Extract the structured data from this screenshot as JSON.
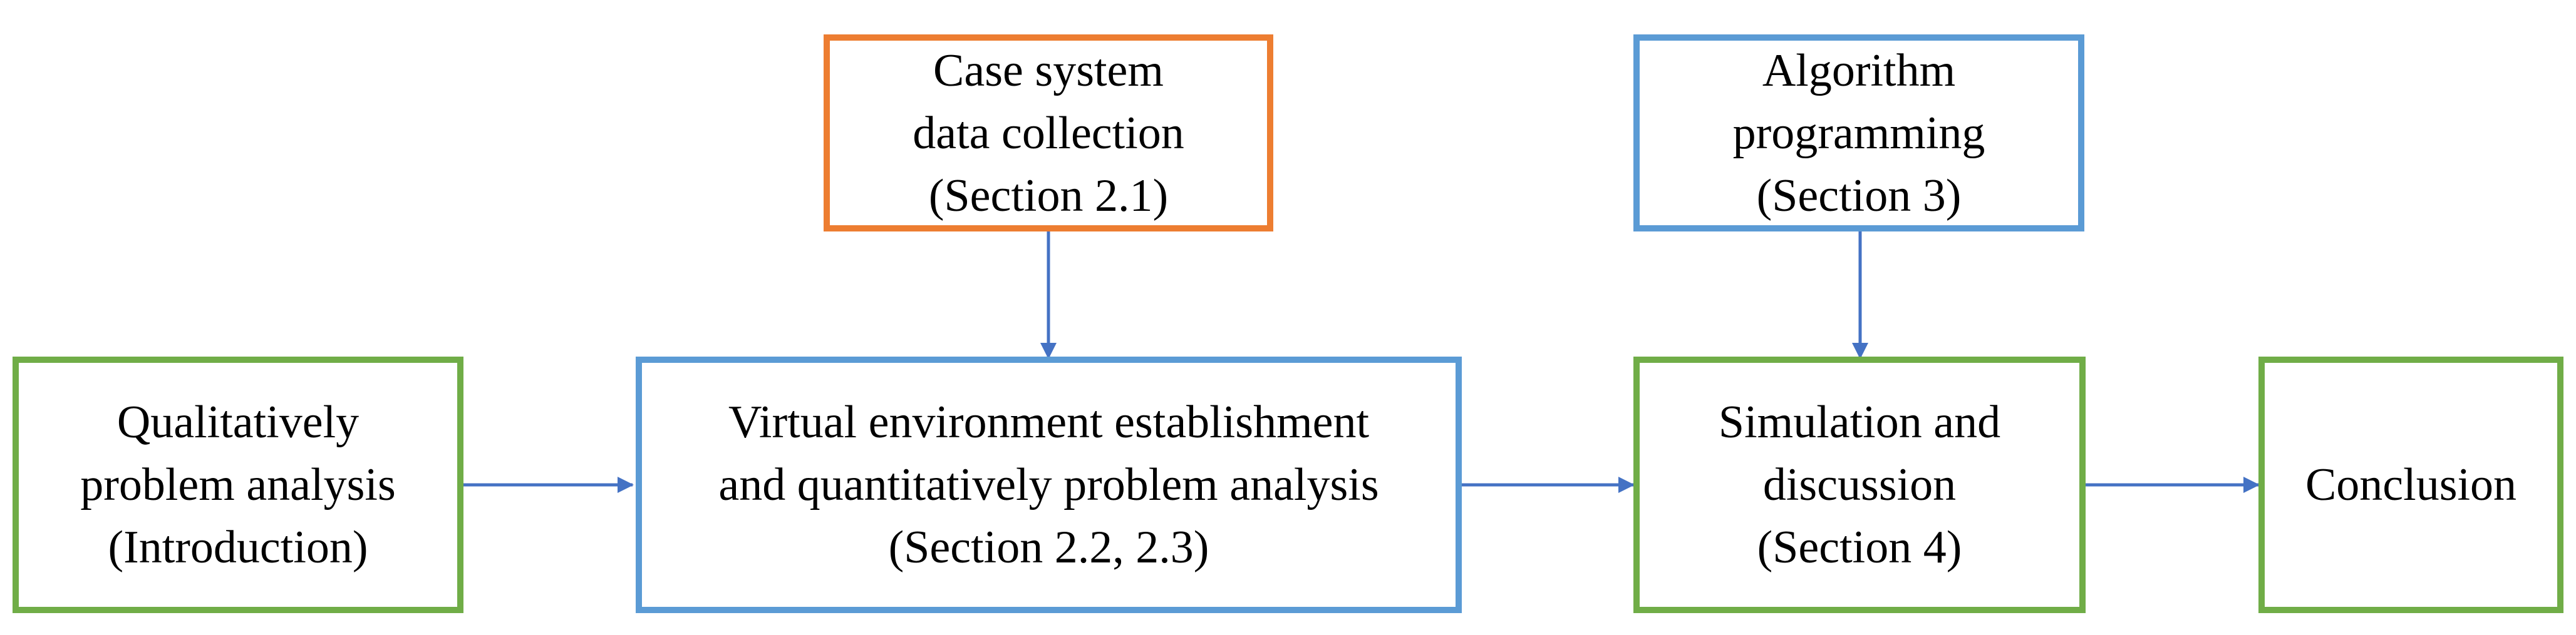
{
  "colors": {
    "green_border": "#70AD47",
    "orange_border": "#ED7D31",
    "blue_border": "#5B9BD5",
    "arrow": "#4472C4",
    "text": "#000000"
  },
  "nodes": {
    "qualitative": {
      "lines": [
        "Qualitatively",
        "problem analysis",
        "(Introduction)"
      ],
      "border_color": "green"
    },
    "case_system": {
      "lines": [
        "Case system",
        "data collection",
        "(Section 2.1)"
      ],
      "border_color": "orange"
    },
    "virtual_env": {
      "lines": [
        "Virtual environment establishment",
        "and quantitatively problem analysis",
        "(Section 2.2, 2.3)"
      ],
      "border_color": "blue"
    },
    "algorithm": {
      "lines": [
        "Algorithm",
        "programming",
        "(Section 3)"
      ],
      "border_color": "blue"
    },
    "simulation": {
      "lines": [
        "Simulation and",
        "discussion",
        "(Section 4)"
      ],
      "border_color": "green"
    },
    "conclusion": {
      "lines": [
        "Conclusion"
      ],
      "border_color": "green"
    }
  },
  "edges": [
    {
      "from": "qualitative",
      "to": "virtual_env"
    },
    {
      "from": "case_system",
      "to": "virtual_env"
    },
    {
      "from": "virtual_env",
      "to": "simulation"
    },
    {
      "from": "algorithm",
      "to": "simulation"
    },
    {
      "from": "simulation",
      "to": "conclusion"
    }
  ]
}
